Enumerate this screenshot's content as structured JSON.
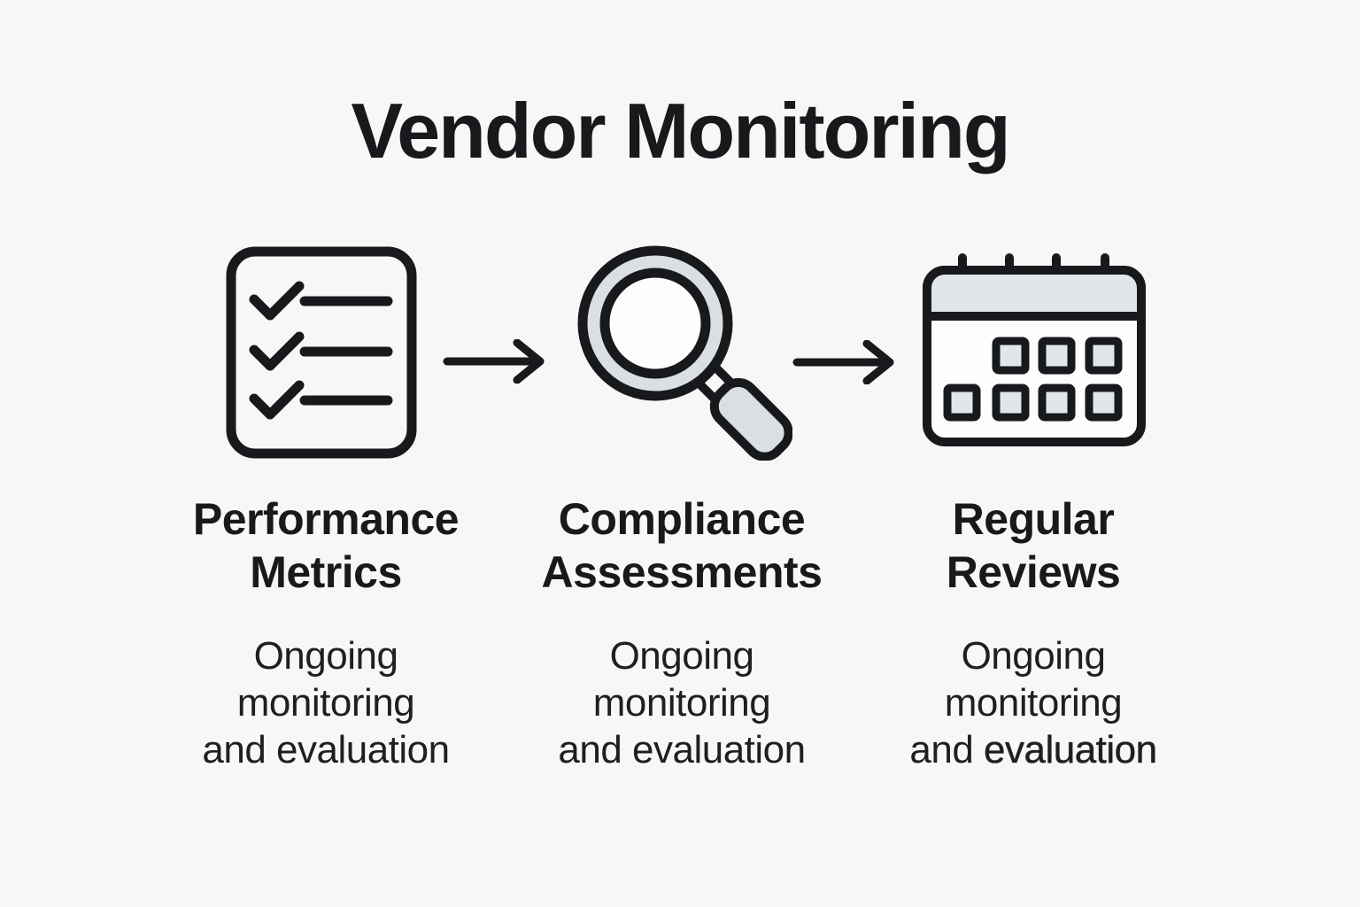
{
  "title": "Vendor Monitoring",
  "columns": [
    {
      "id": "performance-metrics",
      "icon": "checklist-icon",
      "heading": "Performance\nMetrics",
      "description": "Ongoing\nmonitoring\nand evaluation"
    },
    {
      "id": "compliance-assessments",
      "icon": "magnifier-icon",
      "heading": "Compliance\nAssessments",
      "description": "Ongoing\nmonitoring\nand evaluation"
    },
    {
      "id": "regular-reviews",
      "icon": "calendar-icon",
      "heading": "Regular\nReviews",
      "description_regular": "Ongoing\nmonitoring\nand ",
      "description_emphasis": "evaluation"
    }
  ],
  "connectors": [
    {
      "icon": "arrow-right-icon"
    },
    {
      "icon": "arrow-right-icon"
    }
  ],
  "colors": {
    "ink": "#17191c",
    "icon_fill": "#dbdfe2",
    "icon_fill_light": "#e3e6e8",
    "paper": "#fdfdfc",
    "background": "#f8f7f5"
  }
}
